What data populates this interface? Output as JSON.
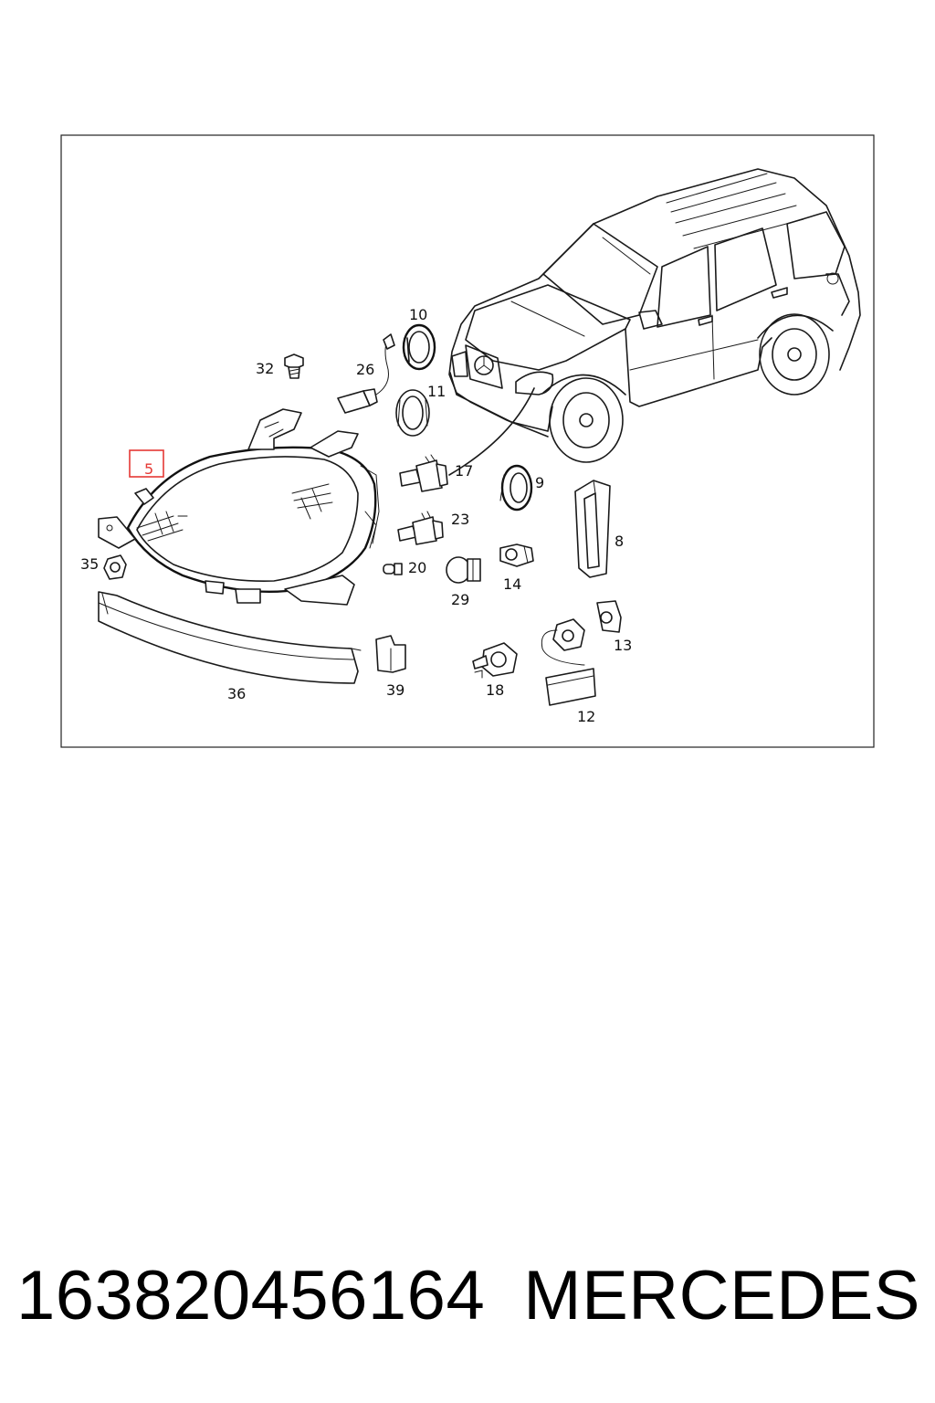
{
  "callouts": [
    {
      "id": "5",
      "label": "5",
      "highlighted": true
    },
    {
      "id": "8",
      "label": "8"
    },
    {
      "id": "9",
      "label": "9"
    },
    {
      "id": "10",
      "label": "10"
    },
    {
      "id": "11",
      "label": "11"
    },
    {
      "id": "12",
      "label": "12"
    },
    {
      "id": "13",
      "label": "13"
    },
    {
      "id": "14",
      "label": "14"
    },
    {
      "id": "17",
      "label": "17"
    },
    {
      "id": "18",
      "label": "18"
    },
    {
      "id": "20",
      "label": "20"
    },
    {
      "id": "23",
      "label": "23"
    },
    {
      "id": "26",
      "label": "26"
    },
    {
      "id": "29",
      "label": "29"
    },
    {
      "id": "32",
      "label": "32"
    },
    {
      "id": "35",
      "label": "35"
    },
    {
      "id": "36",
      "label": "36"
    },
    {
      "id": "39",
      "label": "39"
    }
  ],
  "highlight_color": "#e53935",
  "footer": {
    "part_number": "163820456164",
    "brand": "MERCEDES"
  }
}
